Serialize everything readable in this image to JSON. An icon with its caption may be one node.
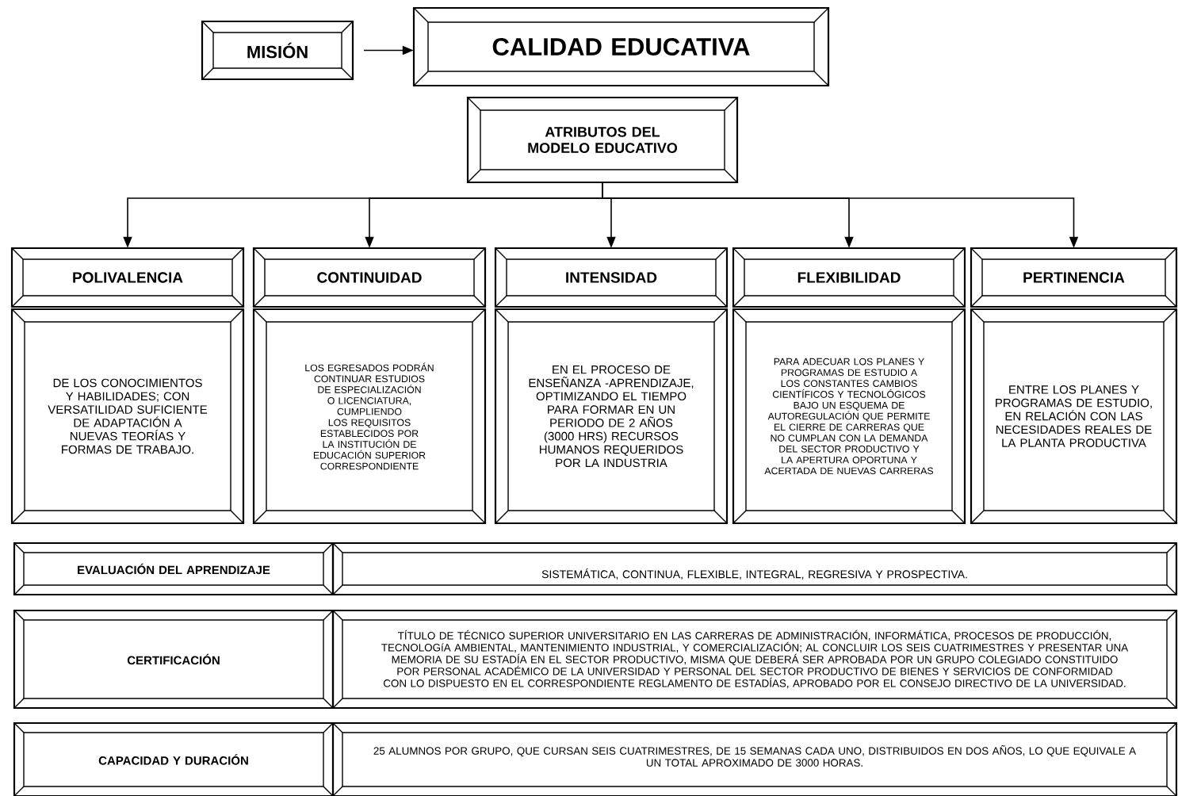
{
  "diagram": {
    "nodes": [
      {
        "text": [
          "MISIÓN"
        ]
      },
      {
        "text": [
          "CALIDAD EDUCATIVA"
        ]
      },
      {
        "text": [
          "ATRIBUTOS DEL MODELO EDUCATIVO"
        ]
      },
      {
        "text": [
          "POLIVALENCIA"
        ]
      },
      {
        "text": [
          "CONTINUIDAD"
        ]
      },
      {
        "text": [
          "INTENSIDAD"
        ]
      },
      {
        "text": [
          "FLEXIBILIDAD"
        ]
      },
      {
        "text": [
          "PERTINENCIA"
        ]
      },
      {
        "text": [
          "DE LOS CONOCIMIENTOS Y HABILIDADES; CON VERSATILIDAD SUFICIENTE DE ADAPTACIÓN A NUEVAS TEORÍAS Y FORMAS DE TRABAJO."
        ]
      },
      {
        "text": [
          "LOS EGRESADOS PODRÁN CONTINUAR ESTUDIOS DE ESPECIALIZACIÓN O LICENCIATURA, CUMPLIENDO LOS REQUISITOS ESTABLECIDOS POR LA INSTITUCIÓN DE EDUCACIÓN SUPERIOR CORRESPONDIENTE"
        ]
      },
      {
        "text": [
          "EN EL PROCESO DE ENSEÑANZA -APRENDIZAJE, OPTIMIZANDO EL TIEMPO PARA FORMAR EN UN PERIODO DE 2 AÑOS (3000 HRS) RECURSOS HUMANOS REQUERIDOS POR LA INDUSTRIA"
        ]
      },
      {
        "text": [
          "PARA ADECUAR LOS PLANES Y PROGRAMAS DE ESTUDIO A LOS CONSTANTES CAMBIOS CIENTÍFICOS Y TECNOLÓGICOS BAJO UN ESQUEMA DE AUTOREGULACIÓN QUE PERMITE EL CIERRE DE CARRERAS QUE NO CUMPLAN CON LA DEMANDA DEL SECTOR PRODUCTIVO Y LA APERTURA OPORTUNA Y ACERTADA DE NUEVAS CARRERAS"
        ]
      },
      {
        "text": [
          "ENTRE LOS PLANES Y PROGRAMAS DE ESTUDIO, EN RELACIÓN CON LAS NECESIDADES REALES DE LA PLANTA PRODUCTIVA"
        ]
      },
      {
        "text": [
          "EVALUACIÓN DEL APRENDIZAJE"
        ]
      },
      {
        "text": [
          "SISTEMÁTICA, CONTINUA, FLEXIBLE, INTEGRAL, REGRESIVA Y PROSPECTIVA."
        ]
      },
      {
        "text": [
          "CERTIFICACIÓN"
        ]
      },
      {
        "text": [
          "TÍTULO DE TÉCNICO SUPERIOR UNIVERSITARIO EN LAS CARRERAS DE ADMINISTRACIÓN, INFORMÁTICA, PROCESOS DE PRODUCCIÓN, TECNOLOGíA AMBIENTAL, MANTENIMIENTO INDUSTRIAL, Y COMERCIALIZACIÓN; AL CONCLUIR LOS SEIS CUATRIMESTRES Y PRESENTAR UNA MEMORIA DE SU ESTADÍA EN EL SECTOR PRODUCTIVO, MISMA QUE DEBERÁ SER APROBADA POR UN GRUPO COLEGIADO CONSTITUIDO POR PERSONAL ACADÉMICO DE LA UNIVERSIDAD Y PERSONAL DEL SECTOR PRODUCTIVO DE BIENES Y SERVICIOS DE CONFORMIDAD CON LO DISPUESTO EN EL CORRESPONDIENTE REGLAMENTO DE ESTADÍAS, APROBADO POR EL CONSEJO DIRECTIVO DE LA UNIVERSIDAD."
        ]
      },
      {
        "text": [
          "CAPACIDAD Y DURACIÓN"
        ]
      },
      {
        "text": [
          "25 ALUMNOS POR GRUPO, QUE CURSAN SEIS CUATRIMESTRES, DE 15 SEMANAS CADA UNO, DISTRIBUIDOS EN DOS AÑOS, LO QUE EQUIVALE A UN TOTAL APROXIMADO DE 3000 HORAS."
        ]
      }
    ],
    "edges": [
      {
        "from": 0,
        "to": 1,
        "arrow": "to"
      },
      {
        "from": 2,
        "to": 3,
        "arrow": "to"
      },
      {
        "from": 2,
        "to": 4,
        "arrow": "to"
      },
      {
        "from": 2,
        "to": 5,
        "arrow": "to"
      },
      {
        "from": 2,
        "to": 6,
        "arrow": "to"
      },
      {
        "from": 2,
        "to": 7,
        "arrow": "to"
      }
    ]
  }
}
